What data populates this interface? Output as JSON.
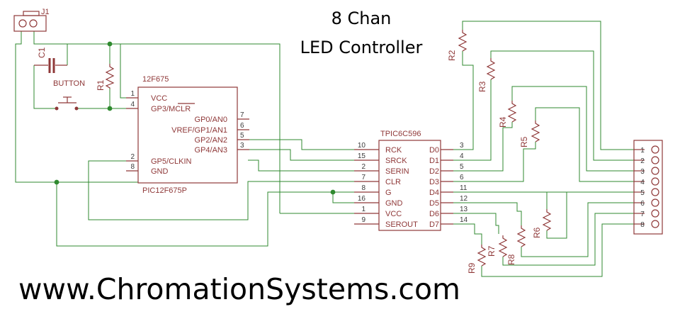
{
  "title": {
    "line1": "8 Chan",
    "line2": "LED Controller"
  },
  "website": "www.ChromationSystems.com",
  "components": {
    "connector_top": "J1",
    "capacitor": "C1",
    "button": "BUTTON",
    "r1": "R1",
    "r2": "R2",
    "r3": "R3",
    "r4": "R4",
    "r5": "R5",
    "r6": "R6",
    "r7": "R7",
    "r8": "R8",
    "r9": "R9"
  },
  "pic": {
    "part": "12F675",
    "name": "PIC12F675P",
    "pins_left": [
      {
        "num": "1",
        "label": "VCC"
      },
      {
        "num": "4",
        "label": "GP3/MCLR"
      },
      {
        "num": "2",
        "label": "GP5/CLKIN"
      },
      {
        "num": "8",
        "label": "GND"
      }
    ],
    "pins_right": [
      {
        "num": "7",
        "label": "GP0/AN0"
      },
      {
        "num": "6",
        "label": "VREF/GP1/AN1"
      },
      {
        "num": "5",
        "label": "GP2/AN2"
      },
      {
        "num": "3",
        "label": "GP4/AN3"
      }
    ]
  },
  "tpic": {
    "name": "TPIC6C596",
    "pins_left": [
      {
        "num": "10",
        "label": "RCK"
      },
      {
        "num": "15",
        "label": "SRCK"
      },
      {
        "num": "2",
        "label": "SERIN"
      },
      {
        "num": "7",
        "label": "CLR"
      },
      {
        "num": "8",
        "label": "G"
      },
      {
        "num": "16",
        "label": "GND"
      },
      {
        "num": "1",
        "label": "VCC"
      },
      {
        "num": "9",
        "label": "SEROUT"
      }
    ],
    "pins_right": [
      {
        "num": "3",
        "label": "D0"
      },
      {
        "num": "4",
        "label": "D1"
      },
      {
        "num": "5",
        "label": "D2"
      },
      {
        "num": "6",
        "label": "D3"
      },
      {
        "num": "11",
        "label": "D4"
      },
      {
        "num": "12",
        "label": "D5"
      },
      {
        "num": "13",
        "label": "D6"
      },
      {
        "num": "14",
        "label": "D7"
      }
    ]
  },
  "header_pins": [
    "1",
    "2",
    "3",
    "4",
    "5",
    "6",
    "7",
    "8"
  ]
}
